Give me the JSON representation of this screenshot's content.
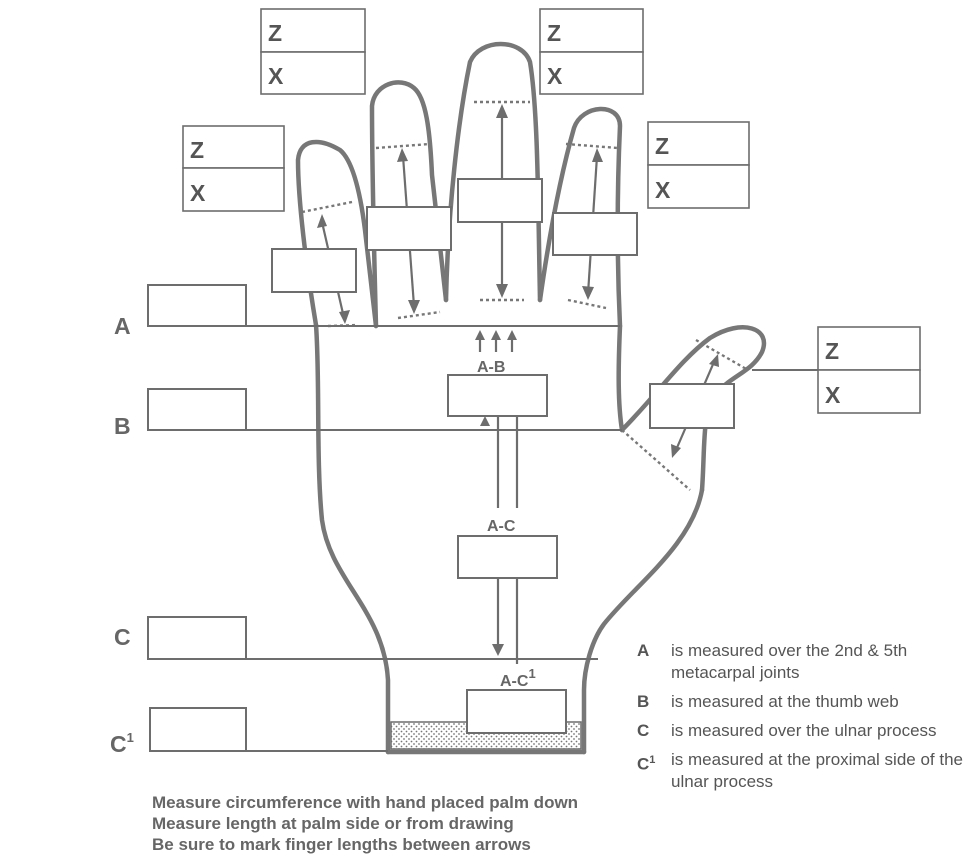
{
  "zx_labels": {
    "z": "Z",
    "x": "X"
  },
  "level_labels": {
    "a": "A",
    "b": "B",
    "c": "C",
    "c1": "C",
    "c1_sup": "1"
  },
  "segment_labels": {
    "ab": "A-B",
    "ac": "A-C",
    "ac1": "A-C",
    "ac1_sup": "1"
  },
  "legend": [
    {
      "key": "A",
      "sup": "",
      "text": "is measured over the 2nd & 5th metacarpal joints"
    },
    {
      "key": "B",
      "sup": "",
      "text": "is measured at the thumb web"
    },
    {
      "key": "C",
      "sup": "",
      "text": "is measured over the ulnar process"
    },
    {
      "key": "C",
      "sup": "1",
      "text": "is measured at the proximal side of the ulnar process"
    }
  ],
  "notes": [
    "Measure circumference with hand placed palm down",
    "Measure length at palm side or from drawing",
    "Be sure to mark finger lengths between arrows"
  ]
}
